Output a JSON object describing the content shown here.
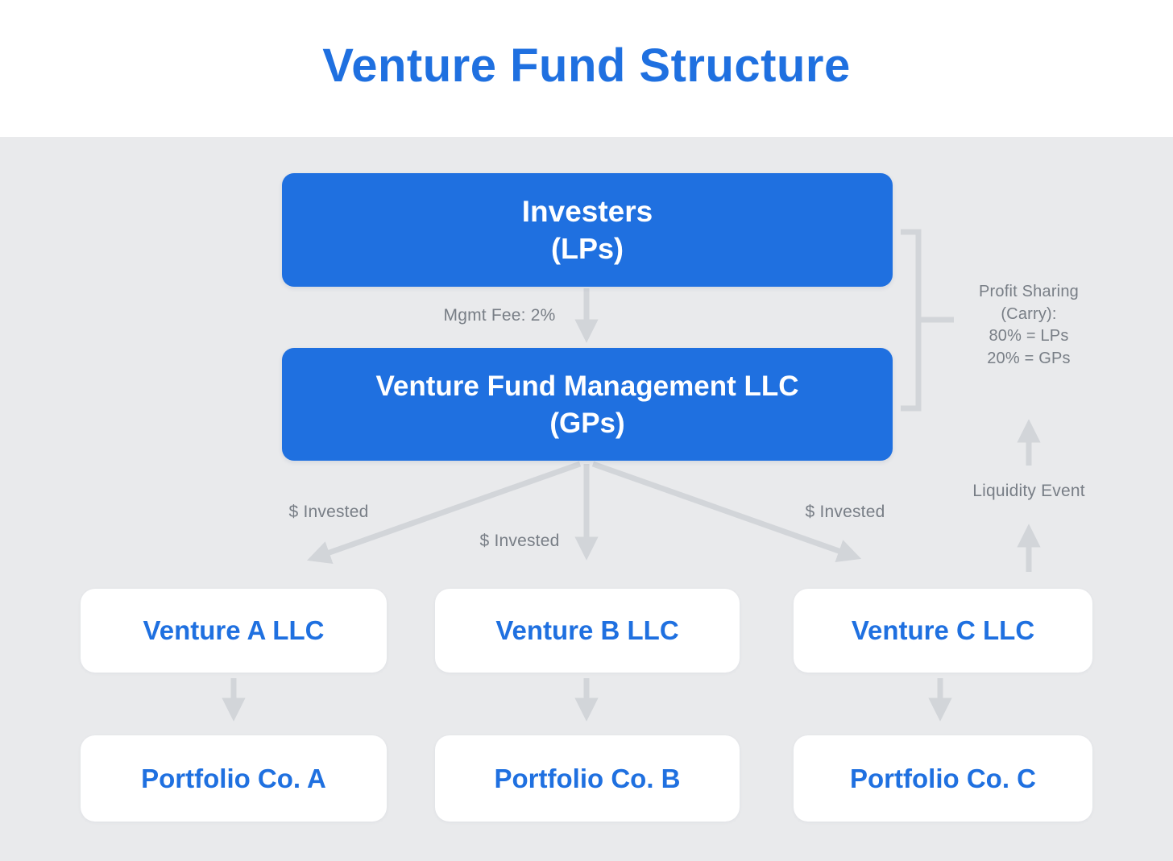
{
  "title": "Venture Fund Structure",
  "diagram": {
    "investors": {
      "name": "Investers",
      "subtitle": "(LPs)"
    },
    "management": {
      "name": "Venture Fund Management LLC",
      "subtitle": "(GPs)"
    },
    "mgmt_fee_label": "Mgmt Fee: 2%",
    "invested_label_a": "$ Invested",
    "invested_label_b": "$ Invested",
    "invested_label_c": "$ Invested",
    "ventures": [
      {
        "label": "Venture A LLC"
      },
      {
        "label": "Venture B LLC"
      },
      {
        "label": "Venture C LLC"
      }
    ],
    "portfolios": [
      {
        "label": "Portfolio Co. A"
      },
      {
        "label": "Portfolio Co. B"
      },
      {
        "label": "Portfolio Co. C"
      }
    ],
    "profit_sharing": {
      "line1": "Profit Sharing",
      "line2": "(Carry):",
      "line3": "80% = LPs",
      "line4": "20% = GPs"
    },
    "liquidity_event_label": "Liquidity Event"
  },
  "colors": {
    "accent_blue": "#1f70e0",
    "canvas_gray": "#e9eaec",
    "arrow_gray": "#d2d5d9",
    "label_gray": "#787e86"
  }
}
